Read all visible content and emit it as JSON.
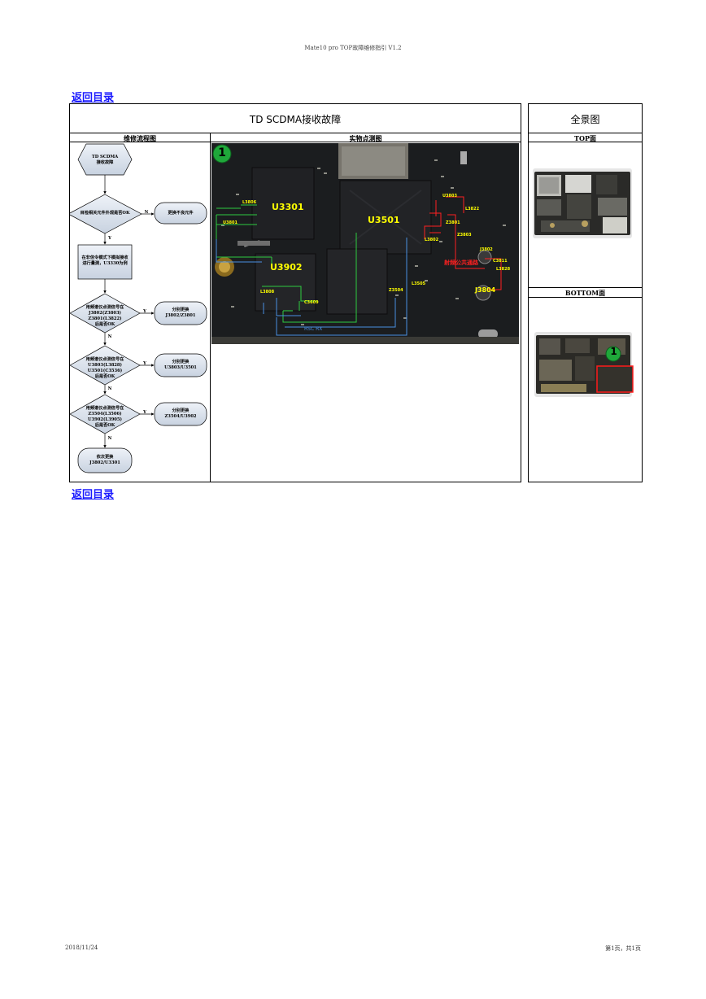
{
  "page_header": "Mate10 pro TOP故障维修指引 V1.2",
  "back_link_top": "返回目录",
  "back_link_bottom": "返回目录",
  "main_title": "TD SCDMA接收故障",
  "overview_title": "全景图",
  "flow_header": "维修流程图",
  "photo_header": "实物点测图",
  "top_header": "TOP面",
  "bottom_header": "BOTTOM面",
  "flowchart": {
    "start": [
      "TD SCDMA",
      "接收故障"
    ],
    "q1": "目检相关元件外观是否OK",
    "a1": "更换不良元件",
    "step2": [
      "在非信令模式下模拟接收",
      "进行量测，U3330为例"
    ],
    "q3": [
      "用频谱仪点测信号在",
      "J3802(Z3803)",
      "Z3801(L3822)",
      "后是否OK"
    ],
    "a3": [
      "分别更换",
      "J3802/Z3801"
    ],
    "q4": [
      "用频谱仪点测信号在",
      "U3803(L3828)",
      "U3501(C3536)",
      "后是否OK"
    ],
    "a4": [
      "分别更换",
      "U3803/U3501"
    ],
    "q5": [
      "用频谱仪点测信号在",
      "Z3504(L3506)",
      "U3902(L3905)",
      "后是否OK"
    ],
    "a5": [
      "分别更换",
      "Z3504/U3902"
    ],
    "end": [
      "依次更换",
      "J3802/U3301"
    ],
    "yes": "Y",
    "no": "N"
  },
  "photo": {
    "marker": "1",
    "chips": {
      "u3301": "U3301",
      "u3501": "U3501",
      "u3902": "U3902"
    },
    "labels": {
      "l3806": "L3806",
      "u3801": "U3801",
      "u3803": "U3803",
      "l3822": "L3822",
      "z3801": "Z3801",
      "z3803": "Z3803",
      "l3802": "L3802",
      "j3802": "J3802",
      "c3811": "C3811",
      "l3828": "L3828",
      "j3804": "J3804",
      "z3504": "Z3504",
      "l3505": "L3505",
      "l3808": "L3808",
      "c3609": "C3609",
      "common": "射频公共通路",
      "bottom_text": "RSC RX"
    }
  },
  "bottom_marker": "1",
  "footer_date": "2018/11/24",
  "footer_page": "第1页，共1页",
  "colors": {
    "link": "#1a1aff",
    "pcb": "#1b1d1f",
    "green": "#2ecc40",
    "red": "#ff2020",
    "yellow": "#ffff00",
    "blue": "#4a90e2"
  }
}
